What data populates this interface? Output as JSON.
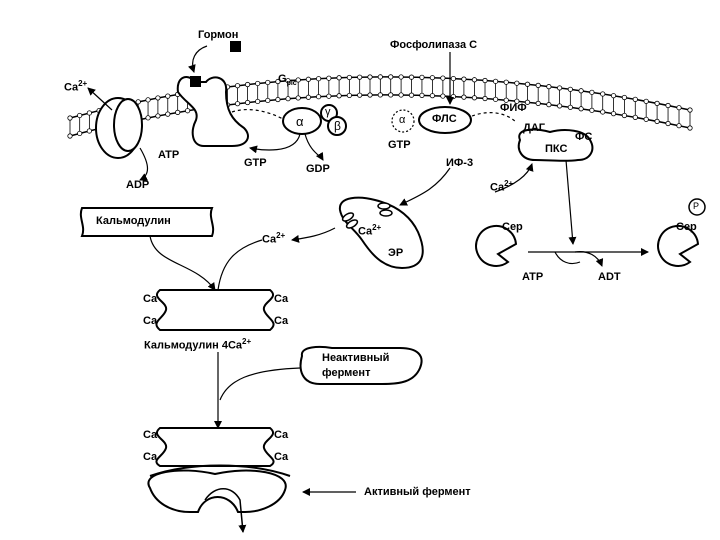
{
  "labels": {
    "hormone": "Гормон",
    "phospholipase_c": "Фосфолипаза С",
    "ca_out": "Ca",
    "ca_sup": "2+",
    "g_protein": "G",
    "g_sub": "plc",
    "alpha": "α",
    "beta": "β",
    "gamma": "γ",
    "fls": "ФЛС",
    "fif": "ФИФ",
    "dag": "ДАГ",
    "pks": "ПКС",
    "fs": "ФС",
    "atp_left": "ATP",
    "adp_left": "ADP",
    "gtp_left": "GTP",
    "gdp": "GDP",
    "gtp_right": "GTP",
    "if3": "ИФ-3",
    "ca_pks": "Ca",
    "calmodulin_box": "Кальмодулин",
    "ca_to_calm": "Ca",
    "ca_er": "Ca",
    "er": "ЭР",
    "ser_left": "Сер",
    "ser_right": "Сер",
    "p": "P",
    "atp_right": "ATP",
    "adt_right": "ADT",
    "ca_site": "Ca",
    "calmodulin_4ca": "Кальмодулин 4Ca",
    "inactive_enzyme": [
      "Неактивный",
      "фермент"
    ],
    "active_enzyme": "Активный фермент"
  },
  "colors": {
    "ink": "#000000",
    "paper": "#ffffff"
  }
}
